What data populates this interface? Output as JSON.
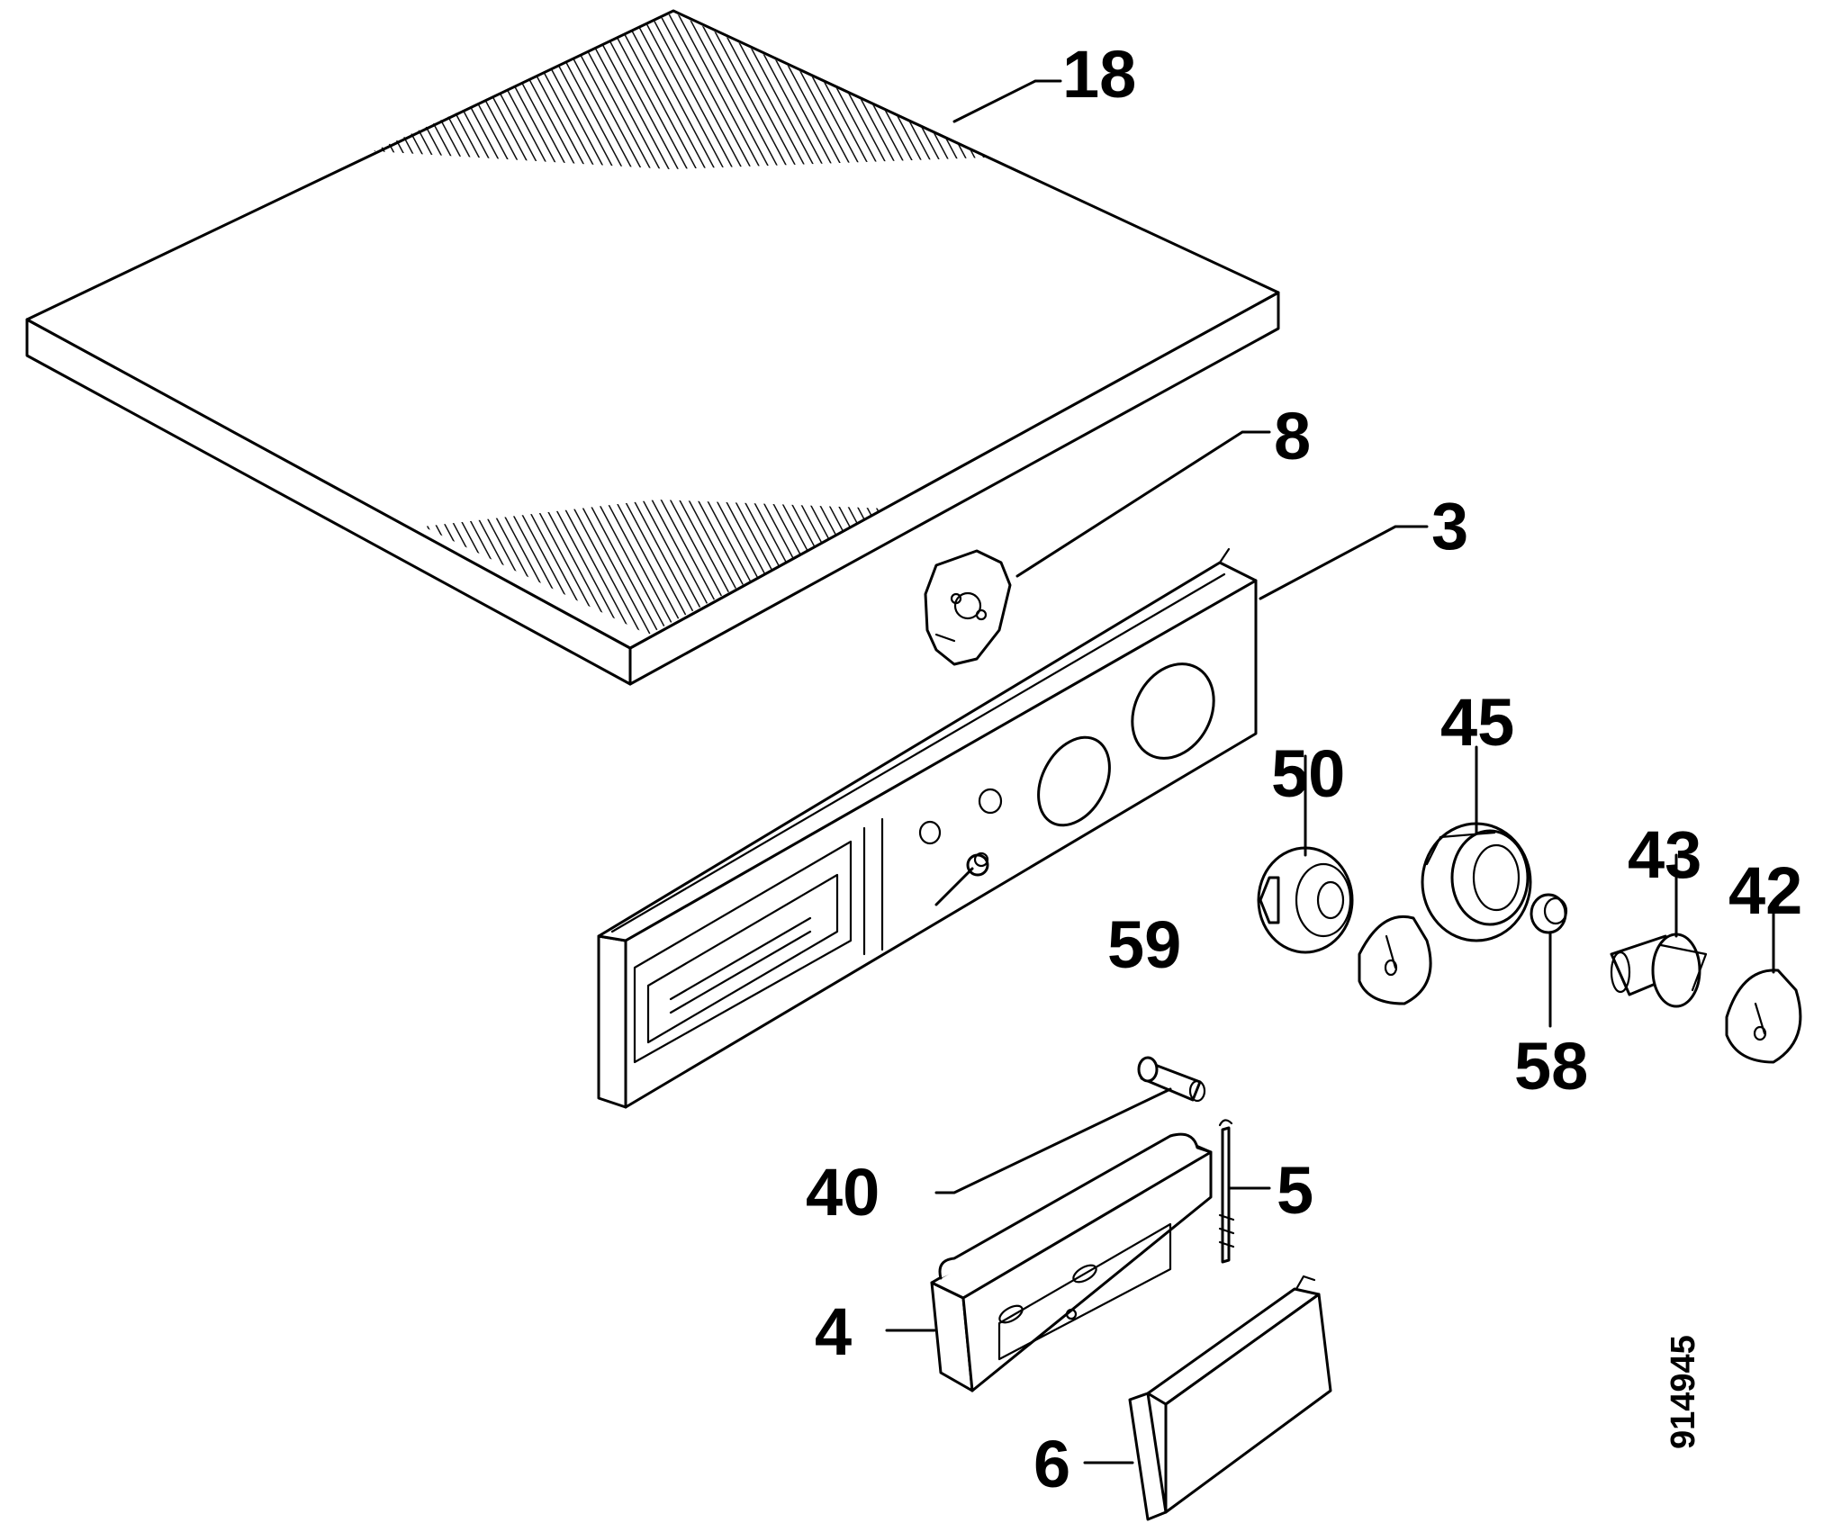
{
  "labels": {
    "p18": "18",
    "p8": "8",
    "p3": "3",
    "p50": "50",
    "p45": "45",
    "p43": "43",
    "p42": "42",
    "p59": "59",
    "p58": "58",
    "p40": "40",
    "p5": "5",
    "p4": "4",
    "p6": "6"
  },
  "reference_number": "914945"
}
